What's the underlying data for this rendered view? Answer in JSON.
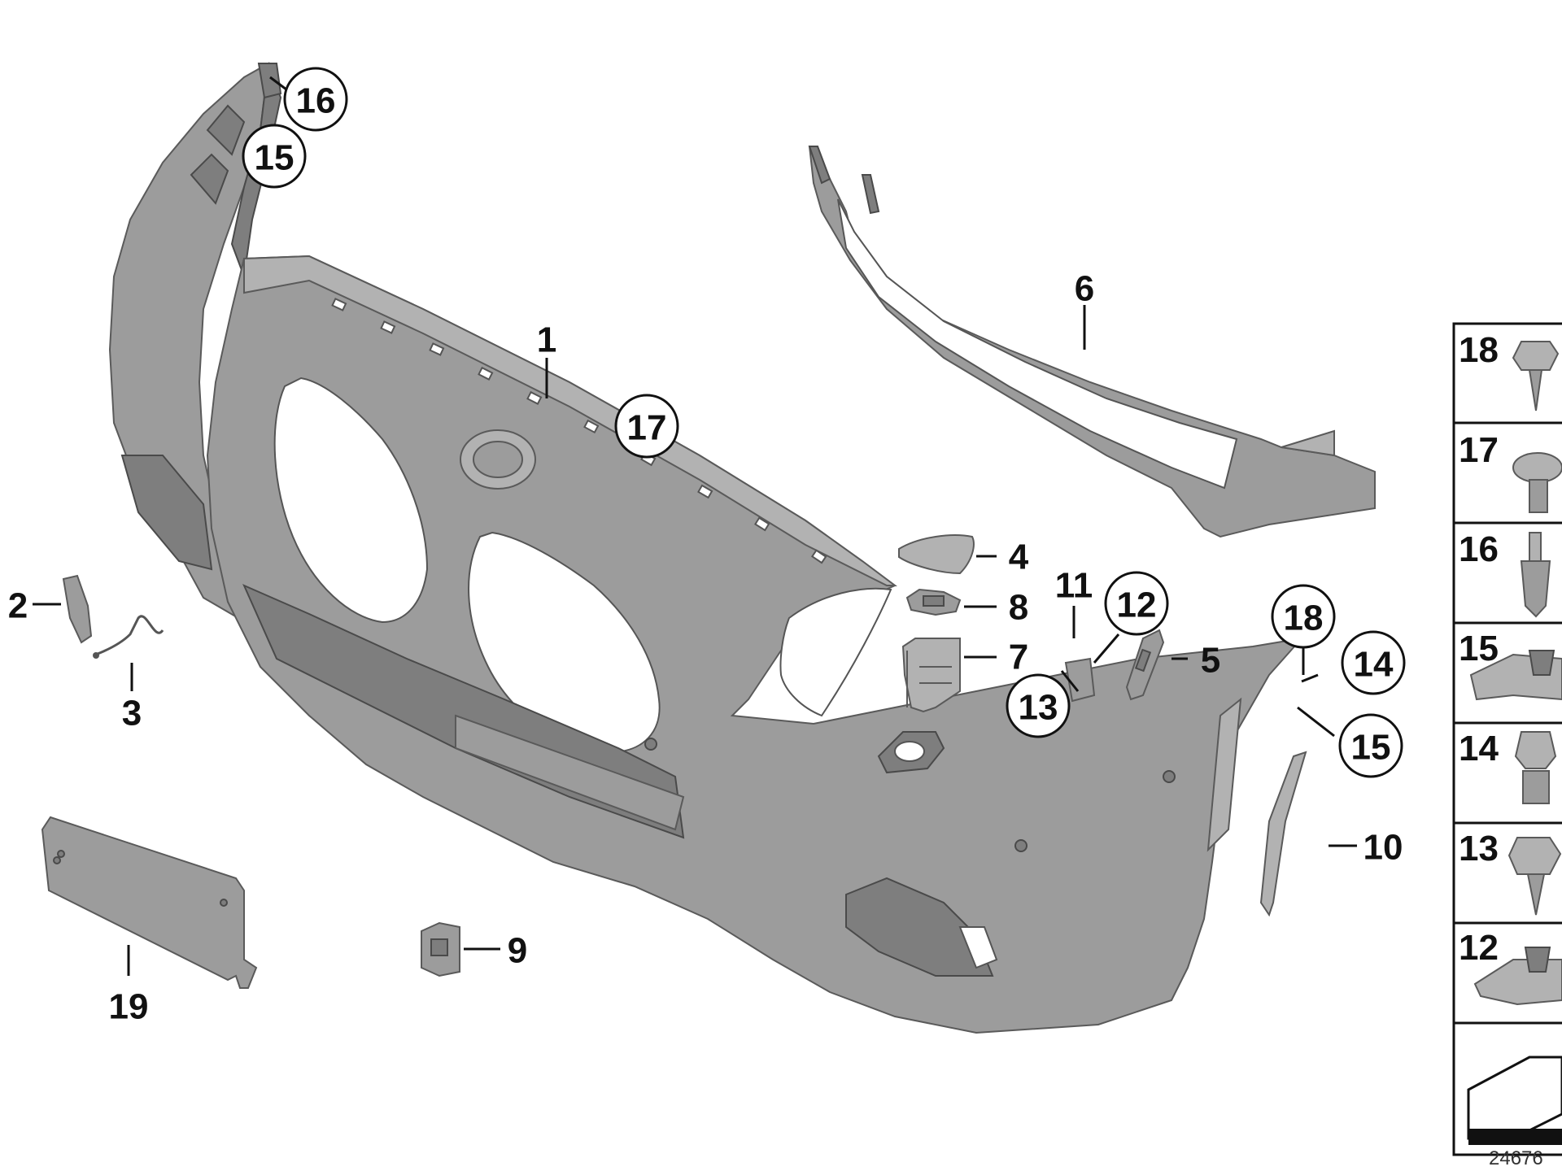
{
  "callouts": {
    "c1": "1",
    "c2": "2",
    "c3": "3",
    "c4": "4",
    "c5": "5",
    "c6": "6",
    "c7": "7",
    "c8": "8",
    "c9": "9",
    "c10": "10",
    "c11": "11",
    "c12": "12",
    "c13": "13",
    "c14": "14",
    "c15a": "15",
    "c15b": "15",
    "c16": "16",
    "c17": "17",
    "c18": "18",
    "c19": "19"
  },
  "legend": {
    "rows": [
      "18",
      "17",
      "16",
      "15",
      "14",
      "13",
      "12"
    ]
  },
  "doc_number": "24676",
  "colors": {
    "part_fill": "#9c9c9c",
    "part_outline": "#5a5a5a",
    "callout_ink": "#111111"
  }
}
